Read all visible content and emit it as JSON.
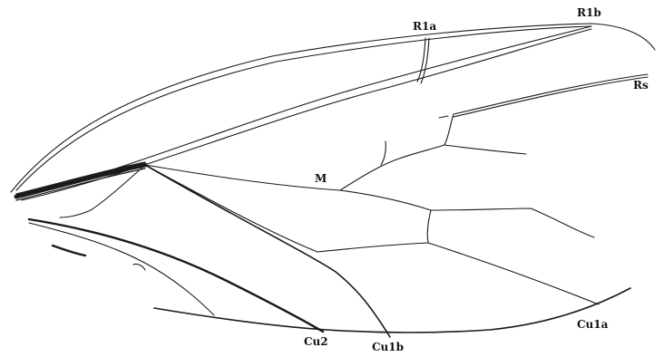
{
  "figure": {
    "labels": {
      "r1a": "R1a",
      "r1b": "R1b",
      "rs": "Rs",
      "m": "M",
      "cu2": "Cu2",
      "cu1b": "Cu1b",
      "cu1a": "Cu1a"
    },
    "colors": {
      "ink": "#1a1a1a",
      "background": "#ffffff"
    }
  }
}
